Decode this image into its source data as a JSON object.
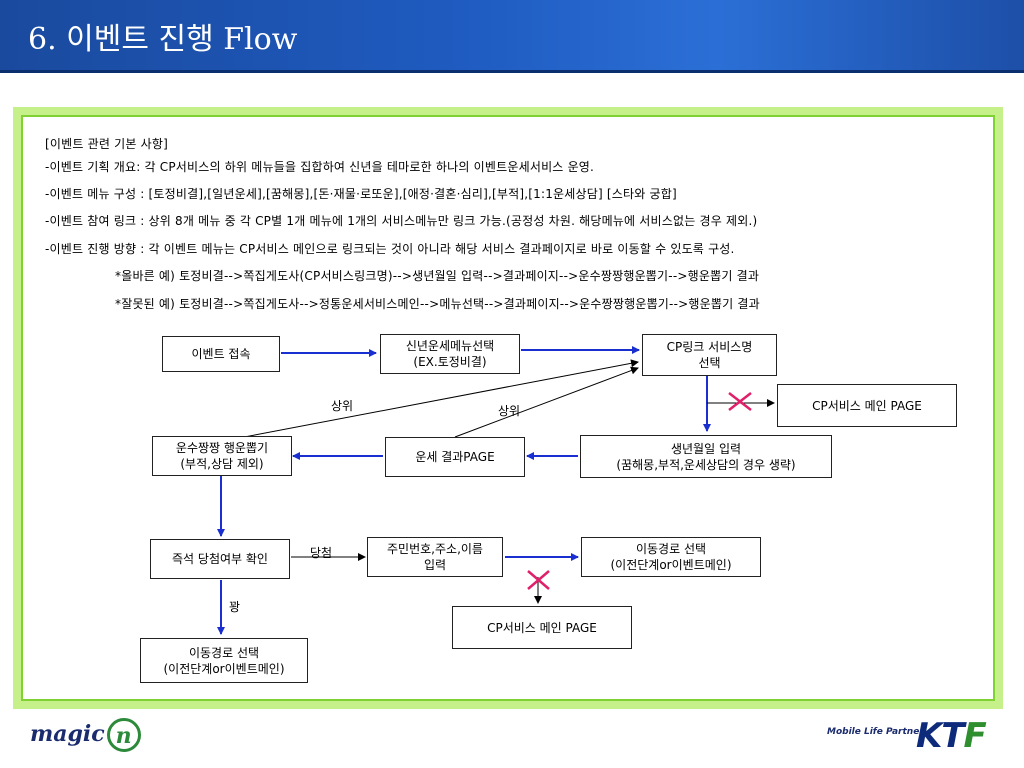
{
  "title": "6. 이벤트 진행 Flow",
  "notes": {
    "heading": "[이벤트 관련 기본 사항]",
    "lines": [
      "-이벤트 기획 개요: 각 CP서비스의 하위 메뉴들을 집합하여 신년을 테마로한 하나의 이벤트운세서비스 운영.",
      "-이벤트 메뉴 구성 : [토정비결],[일년운세],[꿈해몽],[돈·재물·로또운],[애정·결혼·심리],[부적],[1:1운세상담] [스타와 궁합]",
      "-이벤트 참여 링크 : 상위 8개 메뉴 중 각 CP별 1개 메뉴에 1개의 서비스메뉴만 링크 가능.(공정성 차원. 해당메뉴에 서비스없는 경우 제외.)",
      "-이벤트 진행 방향 : 각 이벤트 메뉴는 CP서비스 메인으로 링크되는 것이 아니라 해당 서비스 결과페이지로 바로 이동할 수 있도록 구성."
    ],
    "examples": [
      "*올바른 예) 토정비결-->쪽집게도사(CP서비스링크명)-->생년월일 입력-->결과페이지-->운수짱짱행운뽑기-->행운뽑기 결과",
      "*잘못된 예) 토정비결-->쪽집게도사-->정통운세서비스메인-->메뉴선택-->결과페이지-->운수짱짱행운뽑기-->행운뽑기 결과"
    ]
  },
  "flow": {
    "event_access": "이벤트 접속",
    "new_year_menu": [
      "신년운세메뉴선택",
      "(EX.토정비결)"
    ],
    "cp_link": [
      "CP링크 서비스명",
      "선택"
    ],
    "cp_main_page_1": "CP서비스 메인 PAGE",
    "birthdate": [
      "생년월일 입력",
      "(꿈해몽,부적,운세상담의 경우 생략)"
    ],
    "result_page": "운세 결과PAGE",
    "lucky_draw": [
      "운수짱짱 행운뽑기",
      "(부적,상담 제외)"
    ],
    "instant_check": "즉석 당첨여부 확인",
    "personal_info": [
      "주민번호,주소,이름",
      "입력"
    ],
    "move_path_1": [
      "이동경로 선택",
      "(이전단계or이벤트메인)"
    ],
    "cp_main_page_2": "CP서비스 메인 PAGE",
    "move_path_2": [
      "이동경로 선택",
      "(이전단계or이벤트메인)"
    ],
    "label_upper_1": "상위",
    "label_upper_2": "상위",
    "label_win": "당첨",
    "label_lose": "꽝"
  },
  "footer": {
    "logo_magic": "magic",
    "logo_at": "n",
    "tagline": "Mobile Life Partner",
    "logo_ktf_k": "KT",
    "logo_ktf_f": "F"
  },
  "colors": {
    "header_blue": "#1f5bc0",
    "frame_green": "#c6f08a",
    "arrow_blue": "#1a2fd0",
    "cross_red": "#e0206a"
  }
}
